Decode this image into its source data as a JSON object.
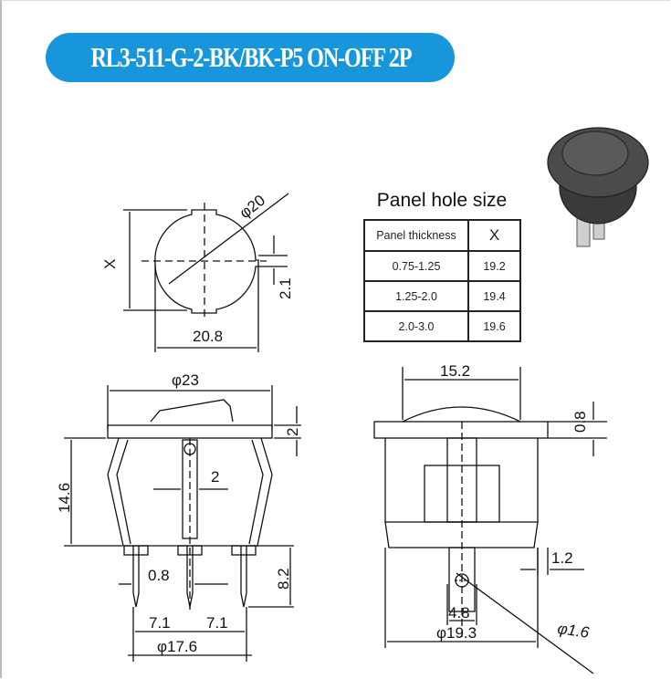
{
  "title": "RL3-511-G-2-BK/BK-P5 ON-OFF 2P",
  "panel_hole": {
    "title": "Panel hole size",
    "headers": [
      "Panel thickness",
      "X"
    ],
    "rows": [
      [
        "0.75-1.25",
        "19.2"
      ],
      [
        "1.25-2.0",
        "19.4"
      ],
      [
        "2.0-3.0",
        "19.6"
      ]
    ]
  },
  "dims": {
    "hole_dia": "φ20",
    "hole_x": "X",
    "key_width": "2.1",
    "hole_width": "20.8",
    "bezel_dia": "φ23",
    "bezel_thk": "2",
    "body_height": "14.6",
    "latch_width": "2",
    "pin_thk": "0.8",
    "pin_length": "8.2",
    "pitch_left": "7.1",
    "pitch_right": "7.1",
    "pin_span": "φ17.6",
    "rocker_width": "15.2",
    "side_bezel_thk": "0.8",
    "side_offset": "1.2",
    "terminal_width": "4.8",
    "body_dia": "φ19.3",
    "terminal_hole": "φ1.6"
  }
}
